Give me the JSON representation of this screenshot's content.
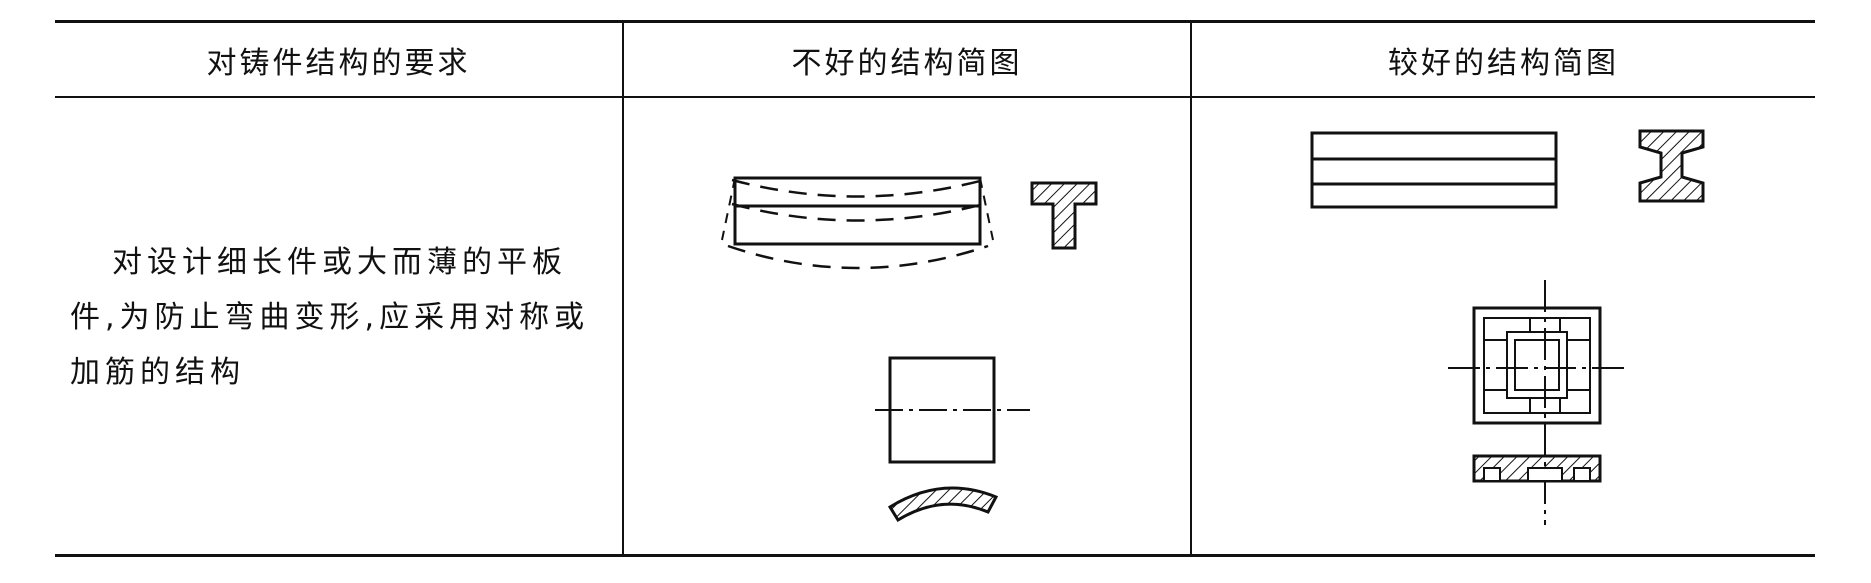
{
  "table": {
    "headers": [
      "对铸件结构的要求",
      "不好的结构简图",
      "较好的结构简图"
    ],
    "requirement": "对设计细长件或大而薄的平板件,为防止弯曲变形,应采用对称或加筋的结构"
  }
}
